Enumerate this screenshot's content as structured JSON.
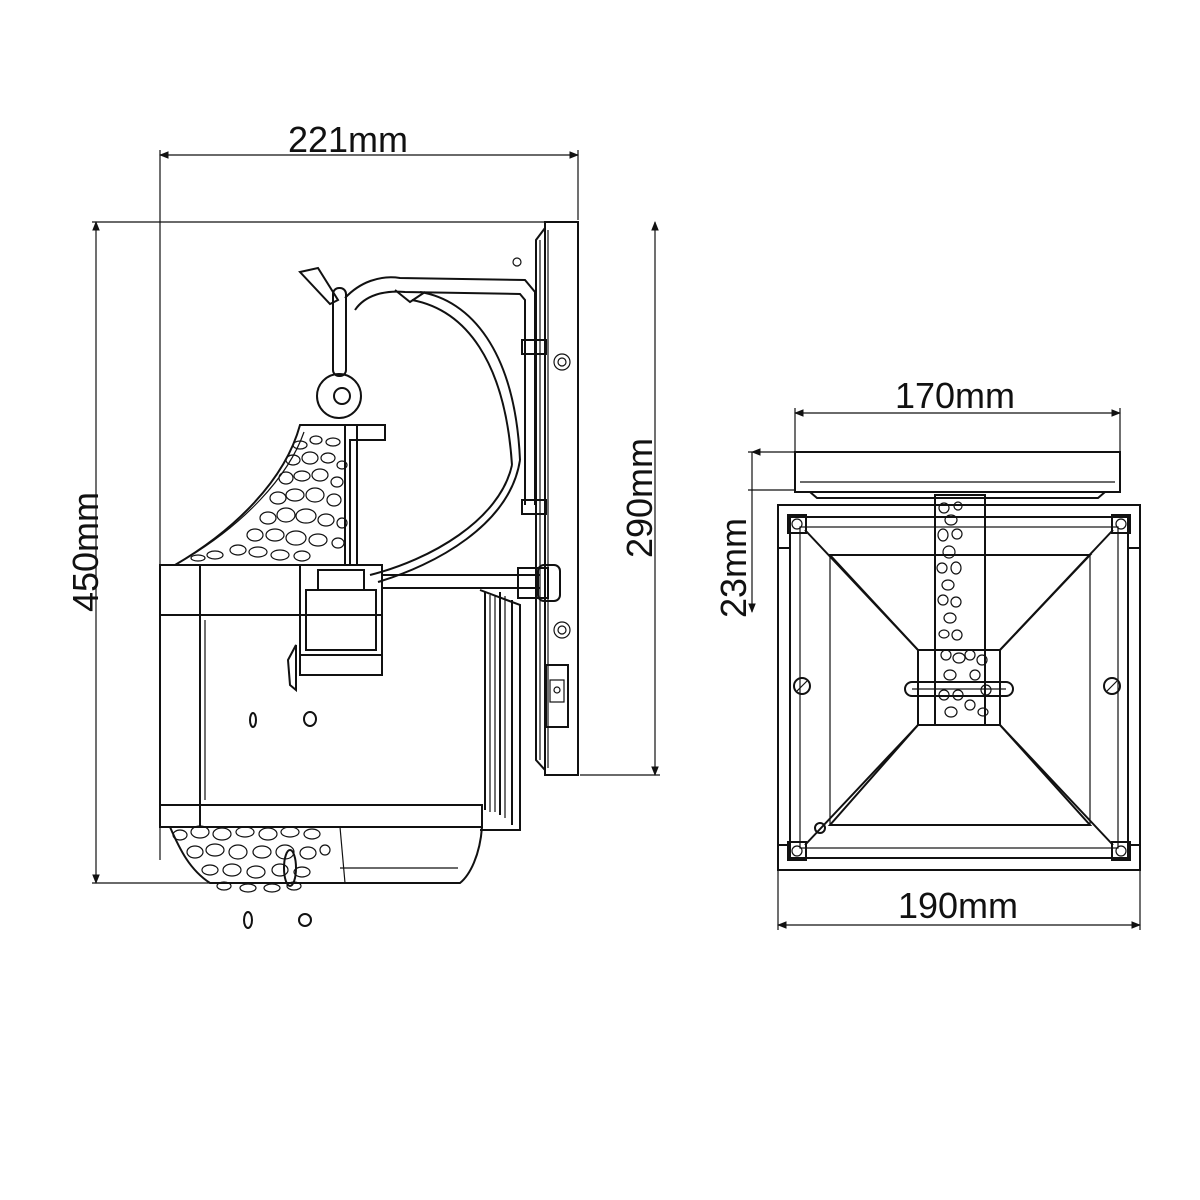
{
  "dimensions": {
    "overall_width": "221mm",
    "overall_height": "450mm",
    "backplate_height": "290mm",
    "backplate_width": "170mm",
    "backplate_depth": "23mm",
    "lantern_width": "190mm"
  },
  "stone_cells": [
    [
      300,
      445,
      7,
      4
    ],
    [
      316,
      440,
      6,
      4
    ],
    [
      333,
      442,
      7,
      4
    ],
    [
      293,
      460,
      7,
      5
    ],
    [
      310,
      458,
      8,
      6
    ],
    [
      328,
      458,
      7,
      5
    ],
    [
      342,
      465,
      5,
      4
    ],
    [
      286,
      478,
      7,
      6
    ],
    [
      302,
      476,
      8,
      5
    ],
    [
      320,
      475,
      8,
      6
    ],
    [
      337,
      482,
      6,
      5
    ],
    [
      278,
      498,
      8,
      6
    ],
    [
      295,
      495,
      9,
      6
    ],
    [
      315,
      495,
      9,
      7
    ],
    [
      334,
      500,
      7,
      6
    ],
    [
      268,
      518,
      8,
      6
    ],
    [
      286,
      515,
      9,
      7
    ],
    [
      306,
      516,
      10,
      7
    ],
    [
      326,
      520,
      8,
      6
    ],
    [
      342,
      523,
      5,
      5
    ],
    [
      255,
      535,
      8,
      6
    ],
    [
      275,
      535,
      9,
      6
    ],
    [
      296,
      538,
      10,
      7
    ],
    [
      318,
      540,
      9,
      6
    ],
    [
      338,
      543,
      6,
      5
    ],
    [
      238,
      550,
      8,
      5
    ],
    [
      258,
      552,
      9,
      5
    ],
    [
      280,
      555,
      9,
      5
    ],
    [
      302,
      556,
      8,
      5
    ],
    [
      215,
      555,
      8,
      4
    ],
    [
      198,
      558,
      7,
      3
    ]
  ],
  "stone_cells_bottom": [
    [
      180,
      835,
      7,
      5
    ],
    [
      200,
      832,
      9,
      6
    ],
    [
      222,
      834,
      9,
      6
    ],
    [
      245,
      832,
      9,
      5
    ],
    [
      268,
      834,
      9,
      6
    ],
    [
      290,
      832,
      9,
      5
    ],
    [
      312,
      834,
      8,
      5
    ],
    [
      195,
      852,
      8,
      6
    ],
    [
      215,
      850,
      9,
      6
    ],
    [
      238,
      852,
      9,
      7
    ],
    [
      262,
      852,
      9,
      6
    ],
    [
      285,
      852,
      9,
      7
    ],
    [
      308,
      853,
      8,
      6
    ],
    [
      325,
      850,
      5,
      5
    ],
    [
      210,
      870,
      8,
      5
    ],
    [
      232,
      870,
      9,
      6
    ],
    [
      256,
      872,
      9,
      6
    ],
    [
      280,
      870,
      8,
      6
    ],
    [
      302,
      872,
      8,
      5
    ],
    [
      224,
      886,
      7,
      4
    ],
    [
      248,
      888,
      8,
      4
    ],
    [
      272,
      888,
      8,
      4
    ],
    [
      294,
      886,
      7,
      4
    ]
  ],
  "stone_cells_stem": [
    [
      944,
      508,
      5,
      5
    ],
    [
      958,
      506,
      4,
      4
    ],
    [
      951,
      520,
      6,
      5
    ],
    [
      943,
      535,
      5,
      6
    ],
    [
      957,
      534,
      5,
      5
    ],
    [
      949,
      552,
      6,
      6
    ],
    [
      942,
      568,
      5,
      5
    ],
    [
      956,
      568,
      5,
      6
    ],
    [
      948,
      585,
      6,
      5
    ],
    [
      943,
      600,
      5,
      5
    ],
    [
      956,
      602,
      5,
      5
    ],
    [
      950,
      618,
      6,
      5
    ],
    [
      944,
      634,
      5,
      4
    ],
    [
      957,
      635,
      5,
      5
    ],
    [
      946,
      655,
      5,
      5
    ],
    [
      959,
      658,
      6,
      5
    ],
    [
      950,
      675,
      6,
      5
    ],
    [
      944,
      695,
      5,
      5
    ],
    [
      958,
      695,
      5,
      5
    ],
    [
      951,
      712,
      6,
      5
    ],
    [
      970,
      655,
      5,
      5
    ],
    [
      982,
      660,
      5,
      5
    ],
    [
      975,
      675,
      5,
      5
    ],
    [
      986,
      690,
      5,
      5
    ],
    [
      970,
      705,
      5,
      5
    ],
    [
      983,
      712,
      5,
      4
    ]
  ]
}
